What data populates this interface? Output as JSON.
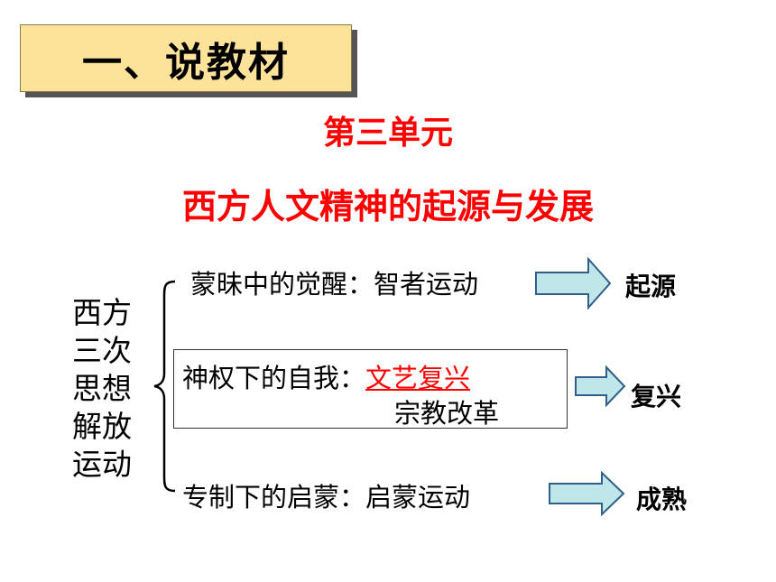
{
  "header": {
    "title": "一、说教材"
  },
  "unit": {
    "label": "第三单元",
    "subject": "西方人文精神的起源与发展"
  },
  "diagram": {
    "side_label_lines": [
      "西方",
      "三次",
      "思想",
      "解放",
      "运动"
    ],
    "rows": [
      {
        "prefix": "蒙昧中的觉醒：",
        "items": [
          "智者运动"
        ],
        "result": "起源"
      },
      {
        "prefix": "神权下的自我：",
        "items": [
          "文艺复兴",
          "宗教改革"
        ],
        "result": "复兴"
      },
      {
        "prefix": "专制下的启蒙：",
        "items": [
          "启蒙运动"
        ],
        "result": "成熟"
      }
    ]
  },
  "colors": {
    "accent": "#ff0000",
    "title_bg": "#fde39a",
    "arrow_fill": "#bfe6e8",
    "arrow_stroke": "#2f5f8a"
  }
}
